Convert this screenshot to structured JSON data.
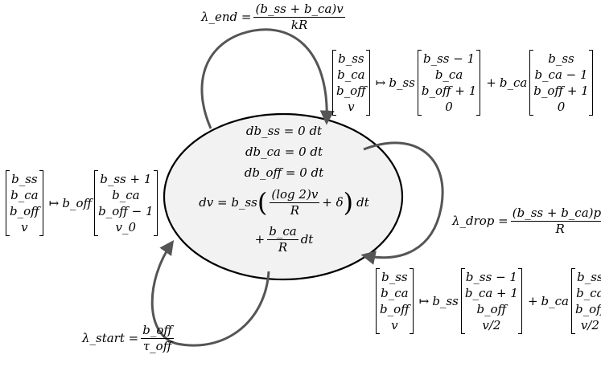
{
  "center": {
    "eq1": "db_ss = 0 dt",
    "eq2": "db_ca = 0 dt",
    "eq3": "db_off = 0 dt",
    "eq4_lhs": "dv = b_ss",
    "eq4_frac_num": "(log 2)v",
    "eq4_frac_den": "R",
    "eq4_tail": "+ δ",
    "eq4_end": "dt",
    "eq5_plus": "+",
    "eq5_num": "b_ca",
    "eq5_den": "R",
    "eq5_end": "dt"
  },
  "lambda_end": {
    "label": "λ_end =",
    "num": "(b_ss + b_ca)v",
    "den": "kR"
  },
  "lambda_drop": {
    "label": "λ_drop =",
    "num": "(b_ss + b_ca)pv",
    "den": "R"
  },
  "lambda_start": {
    "label": "λ_start =",
    "num": "b_off",
    "den": "τ_off"
  },
  "transition_end": {
    "state": [
      "b_ss",
      "b_ca",
      "b_off",
      "v"
    ],
    "mapsto": "↦",
    "coef1": "b_ss",
    "vec1": [
      "b_ss − 1",
      "b_ca",
      "b_off + 1",
      "0"
    ],
    "plus": "+",
    "coef2": "b_ca",
    "vec2": [
      "b_ss",
      "b_ca − 1",
      "b_off + 1",
      "0"
    ]
  },
  "transition_start": {
    "state": [
      "b_ss",
      "b_ca",
      "b_off",
      "v"
    ],
    "mapsto": "↦",
    "coef1": "b_off",
    "vec1": [
      "b_ss + 1",
      "b_ca",
      "b_off − 1",
      "v_0"
    ]
  },
  "transition_drop": {
    "state": [
      "b_ss",
      "b_ca",
      "b_off",
      "v"
    ],
    "mapsto": "↦",
    "coef1": "b_ss",
    "vec1": [
      "b_ss − 1",
      "b_ca + 1",
      "b_off",
      "v/2"
    ],
    "plus": "+",
    "coef2": "b_ca",
    "vec2": [
      "b_ss",
      "b_ca",
      "b_off",
      "v/2"
    ]
  },
  "colors": {
    "ellipse_fill": "#f2f2f2",
    "stroke": "#555555"
  }
}
